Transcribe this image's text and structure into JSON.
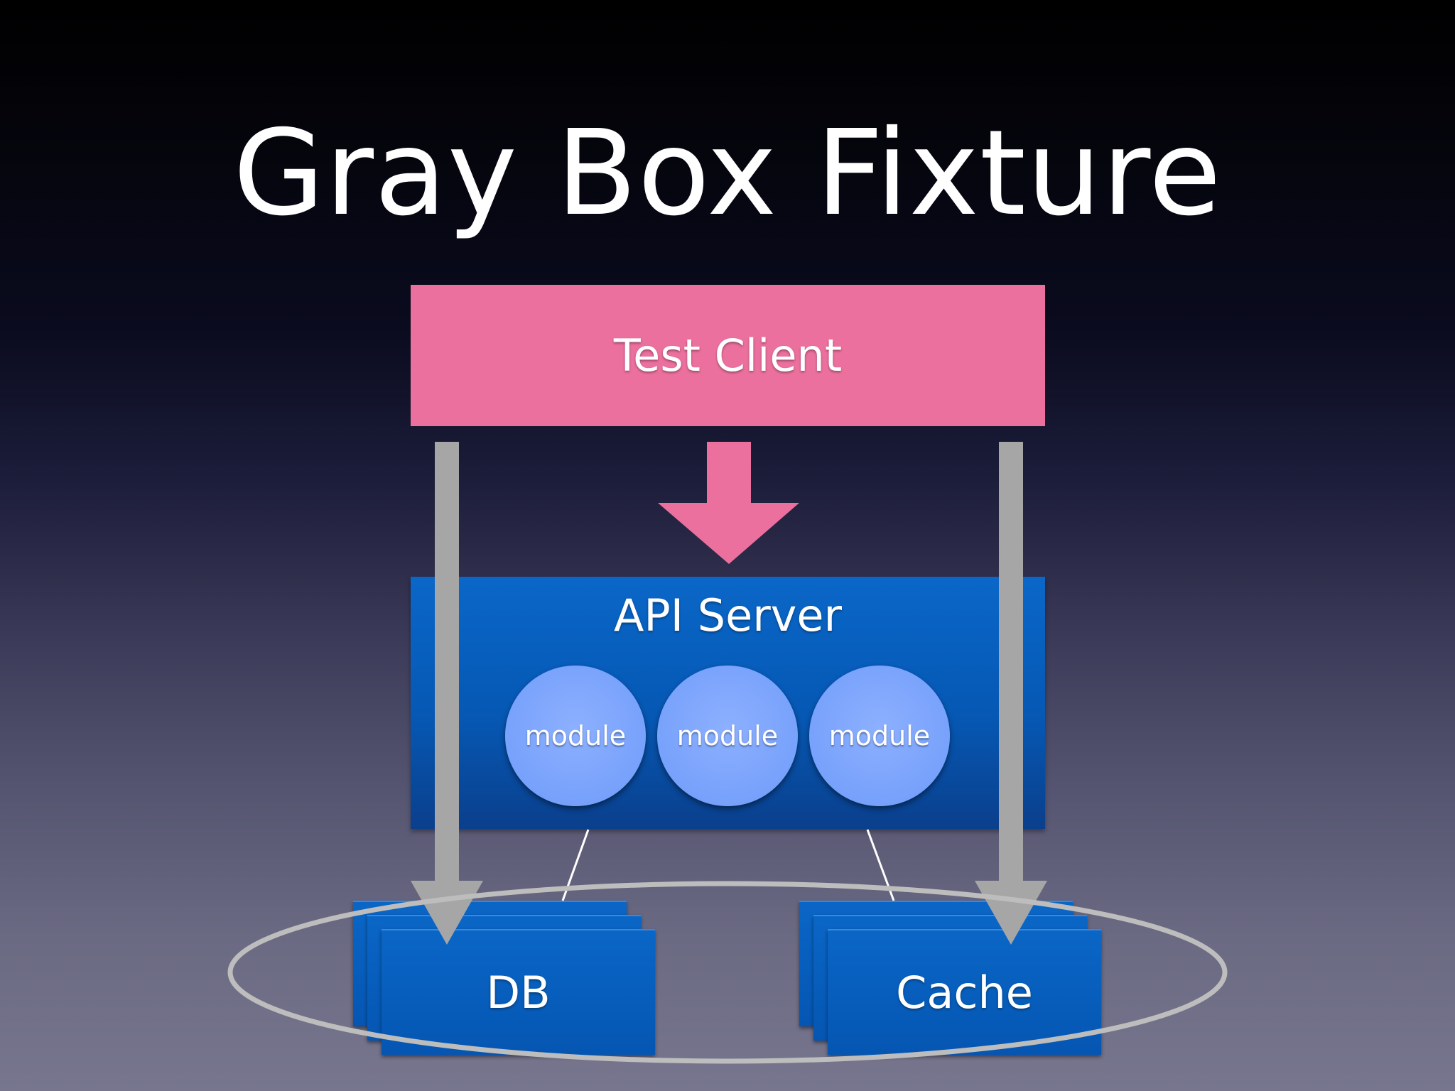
{
  "title": "Gray Box Fixture",
  "test_client": {
    "label": "Test Client"
  },
  "api_server": {
    "label": "API Server",
    "modules": [
      "module",
      "module",
      "module"
    ]
  },
  "stores": {
    "db": {
      "label": "DB"
    },
    "cache": {
      "label": "Cache"
    }
  },
  "colors": {
    "test_client": "#ec709e",
    "api_server": "#0658b4",
    "module": "#77a1fb",
    "store": "#0556b2",
    "gray_arrow": "#a6a6a6",
    "ellipse": "#bdbdbd"
  }
}
